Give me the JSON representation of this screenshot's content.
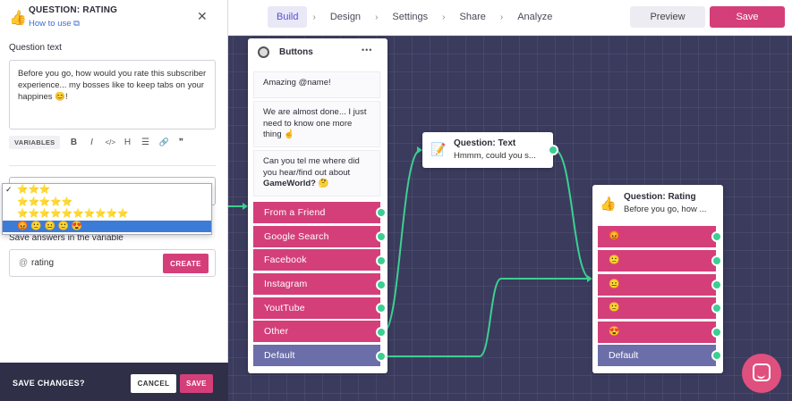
{
  "topnav": {
    "items": [
      "Build",
      "Design",
      "Settings",
      "Share",
      "Analyze"
    ],
    "active": "Build",
    "separator": "›",
    "preview_label": "Preview",
    "save_label": "Save"
  },
  "panel": {
    "title": "QUESTION: RATING",
    "how_to_use": "How to use",
    "question_text_label": "Question text",
    "question_text": "Before you go, how would you rate this subscriber experience... my bosses like to keep tabs on your happines 😊!",
    "toolbar": {
      "variables": "VARIABLES",
      "bold": "B",
      "italic": "I",
      "code": "</>",
      "heading": "H",
      "list": "☰",
      "link": "🔗",
      "quote": "❞"
    },
    "rating_options": [
      "⭐⭐⭐",
      "⭐⭐⭐⭐⭐",
      "⭐⭐⭐⭐⭐⭐⭐⭐⭐⭐",
      "😡 🙁 😐 🙂 😍"
    ],
    "check_mark": "✓",
    "save_variable_label": "Save answers in the variable",
    "variable_prefix": "@",
    "variable_value": "rating",
    "create_label": "CREATE",
    "save_changes": "SAVE CHANGES?",
    "cancel_label": "CANCEL",
    "save_label": "SAVE"
  },
  "buttons_node": {
    "title": "Buttons",
    "more": "•••",
    "messages": [
      "Amazing @name!",
      "We are almost done... I just need to know one more thing ☝️",
      "Can you tel me where did you hear/find out about <b>GameWorld?</b> 🤔"
    ],
    "messages_plain": [
      "Amazing @name!",
      "We are almost done... I just need to know one more thing ☝️",
      "Can you tel me where did you hear/find out about"
    ],
    "message_bold": "GameWorld?",
    "message_tail": " 🤔",
    "options": [
      "From a Friend",
      "Google Search",
      "Facebook",
      "Instagram",
      "YoutTube",
      "Other",
      "Default"
    ]
  },
  "text_node": {
    "title": "Question: Text",
    "subtitle": "Hmmm, could you s...",
    "icon": "📝"
  },
  "rating_node": {
    "title": "Question: Rating",
    "subtitle": "Before you go, how ...",
    "icon": "👍",
    "options": [
      "😡",
      "🙁",
      "😐",
      "🙂",
      "😍",
      "Default"
    ]
  },
  "colors": {
    "accent": "#d43f7a",
    "default_option": "#6b6ea8",
    "connector": "#3ccf91",
    "canvas": "#3b3b5e"
  }
}
